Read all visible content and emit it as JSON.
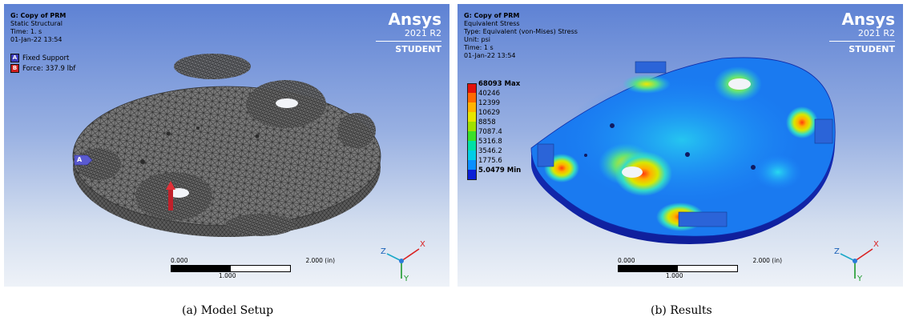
{
  "panel_a": {
    "title": "G: Copy of PRM",
    "subtitle": "Static Structural",
    "time": "Time: 1. s",
    "date": "01-Jan-22 13:54",
    "bcs": [
      {
        "key": "A",
        "label": "Fixed Support",
        "color": "#3b3bbd"
      },
      {
        "key": "B",
        "label": "Force: 337.9 lbf",
        "color": "#d02020"
      }
    ],
    "marker_a": "A",
    "caption": "(a)  Model Setup"
  },
  "panel_b": {
    "title": "G: Copy of PRM",
    "subtitle": "Equivalent Stress",
    "type": "Type: Equivalent (von-Mises) Stress",
    "unit": "Unit: psi",
    "time": "Time: 1 s",
    "date": "01-Jan-22 13:54",
    "legend": [
      {
        "label": "68093 Max",
        "color": "#e3120b",
        "bold": true
      },
      {
        "label": "40246",
        "color": "#ff6a00"
      },
      {
        "label": "12399",
        "color": "#ffb400"
      },
      {
        "label": "10629",
        "color": "#e6e600"
      },
      {
        "label": "8858",
        "color": "#9fe000"
      },
      {
        "label": "7087.4",
        "color": "#3ae02a"
      },
      {
        "label": "5316.8",
        "color": "#00e0a6"
      },
      {
        "label": "3546.2",
        "color": "#00cde6"
      },
      {
        "label": "1775.6",
        "color": "#0a8fff"
      }
    ],
    "legend_min": {
      "label": "5.0479 Min",
      "color": "#0a1fd6"
    },
    "caption": "(b)  Results"
  },
  "brand": {
    "name": "Ansys",
    "version": "2021 R2",
    "edition": "STUDENT"
  },
  "scale": {
    "left": "0.000",
    "right": "2.000 (in)",
    "mid": "1.000"
  },
  "axes": {
    "x": "X",
    "y": "Y",
    "z": "Z"
  }
}
